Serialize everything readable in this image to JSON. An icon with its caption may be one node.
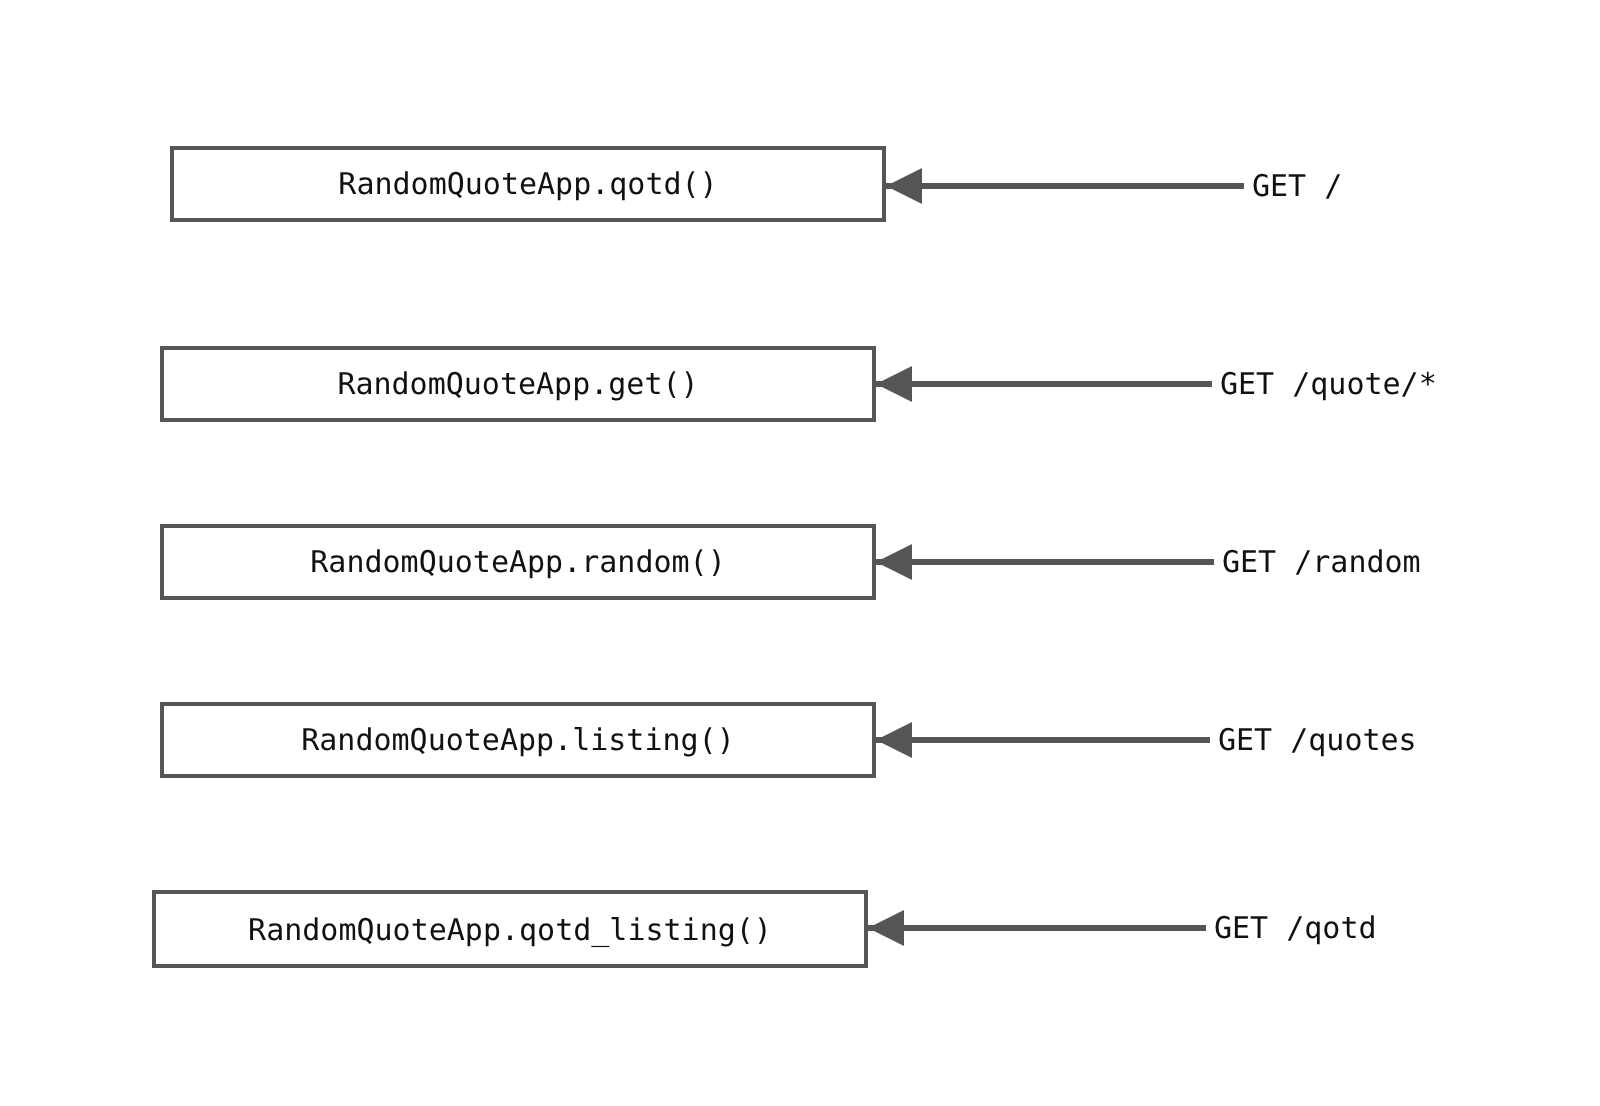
{
  "diagram": {
    "nodes": [
      {
        "text": [
          "RandomQuoteApp.qotd()"
        ]
      },
      {
        "text": [
          "GET /"
        ]
      },
      {
        "text": [
          "RandomQuoteApp.get()"
        ]
      },
      {
        "text": [
          "GET /quote/*"
        ]
      },
      {
        "text": [
          "RandomQuoteApp.random()"
        ]
      },
      {
        "text": [
          "GET /random"
        ]
      },
      {
        "text": [
          "RandomQuoteApp.listing()"
        ]
      },
      {
        "text": [
          "GET /quotes"
        ]
      },
      {
        "text": [
          "RandomQuoteApp.qotd_listing()"
        ]
      },
      {
        "text": [
          "GET /qotd"
        ]
      }
    ],
    "edges": [
      {
        "from": 1,
        "to": 0,
        "arrow": "to"
      },
      {
        "from": 3,
        "to": 2,
        "arrow": "to"
      },
      {
        "from": 5,
        "to": 4,
        "arrow": "to"
      },
      {
        "from": 7,
        "to": 6,
        "arrow": "to"
      },
      {
        "from": 9,
        "to": 8,
        "arrow": "to"
      }
    ]
  }
}
